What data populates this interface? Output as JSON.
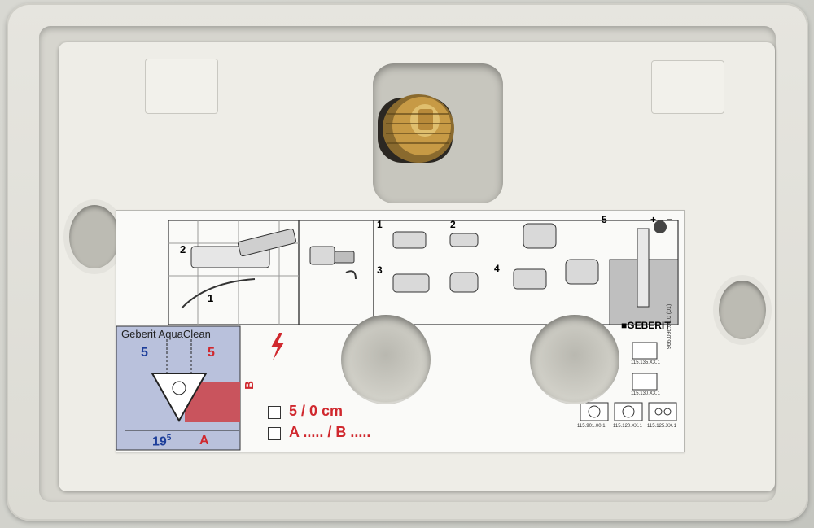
{
  "label": {
    "brand_logo": "GEBERIT",
    "product_name": "Geberit AquaClean",
    "dim_left": "5",
    "dim_right": "5",
    "dim_b": "B",
    "dim_width_main": "19",
    "dim_width_sup": "5",
    "dim_a": "A",
    "option_1": "5 / 0 cm",
    "option_2": "A ..... / B .....",
    "part_number": "966.096.00.0 (01)",
    "step_numbers": [
      "2",
      "1",
      "1",
      "2",
      "3",
      "4",
      "5"
    ],
    "plate_codes": [
      "115.135.XX.1",
      "115.130.XX.1"
    ],
    "plate_codes_bottom": [
      "115.901.00.1",
      "115.120.XX.1",
      "115.125.XX.1"
    ],
    "plus_sign": "+",
    "minus_sign": "−"
  },
  "colors": {
    "accent_red": "#d0282e",
    "accent_blue": "#1d3e9a",
    "panel_blue": "#b9c1dc",
    "panel_red": "#c9545d"
  }
}
